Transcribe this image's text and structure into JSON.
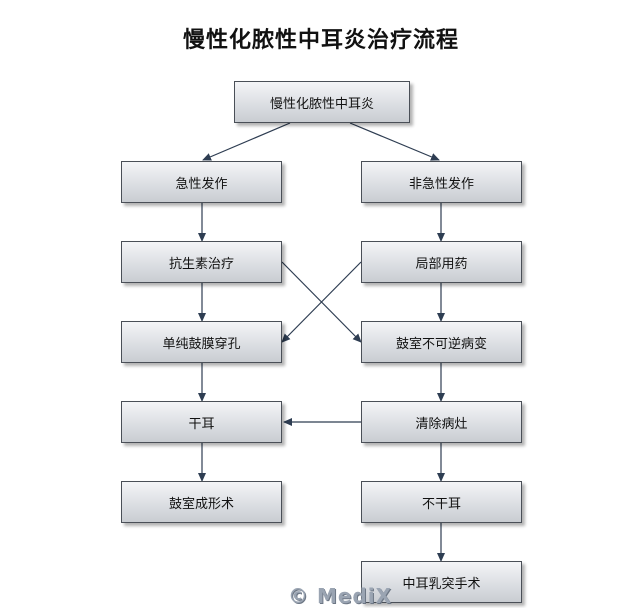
{
  "title": "慢性化脓性中耳炎治疗流程",
  "nodes": {
    "root": "慢性化脓性中耳炎",
    "acute": "急性发作",
    "non_acute": "非急性发作",
    "antibiotic": "抗生素治疗",
    "local_drug": "局部用药",
    "perforation": "单纯鼓膜穿孔",
    "irreversible": "鼓室不可逆病变",
    "dry_ear": "干耳",
    "clear_lesion": "清除病灶",
    "tympanoplasty": "鼓室成形术",
    "not_dry": "不干耳",
    "mastoidectomy": "中耳乳突手术"
  },
  "watermark": "© MediX"
}
